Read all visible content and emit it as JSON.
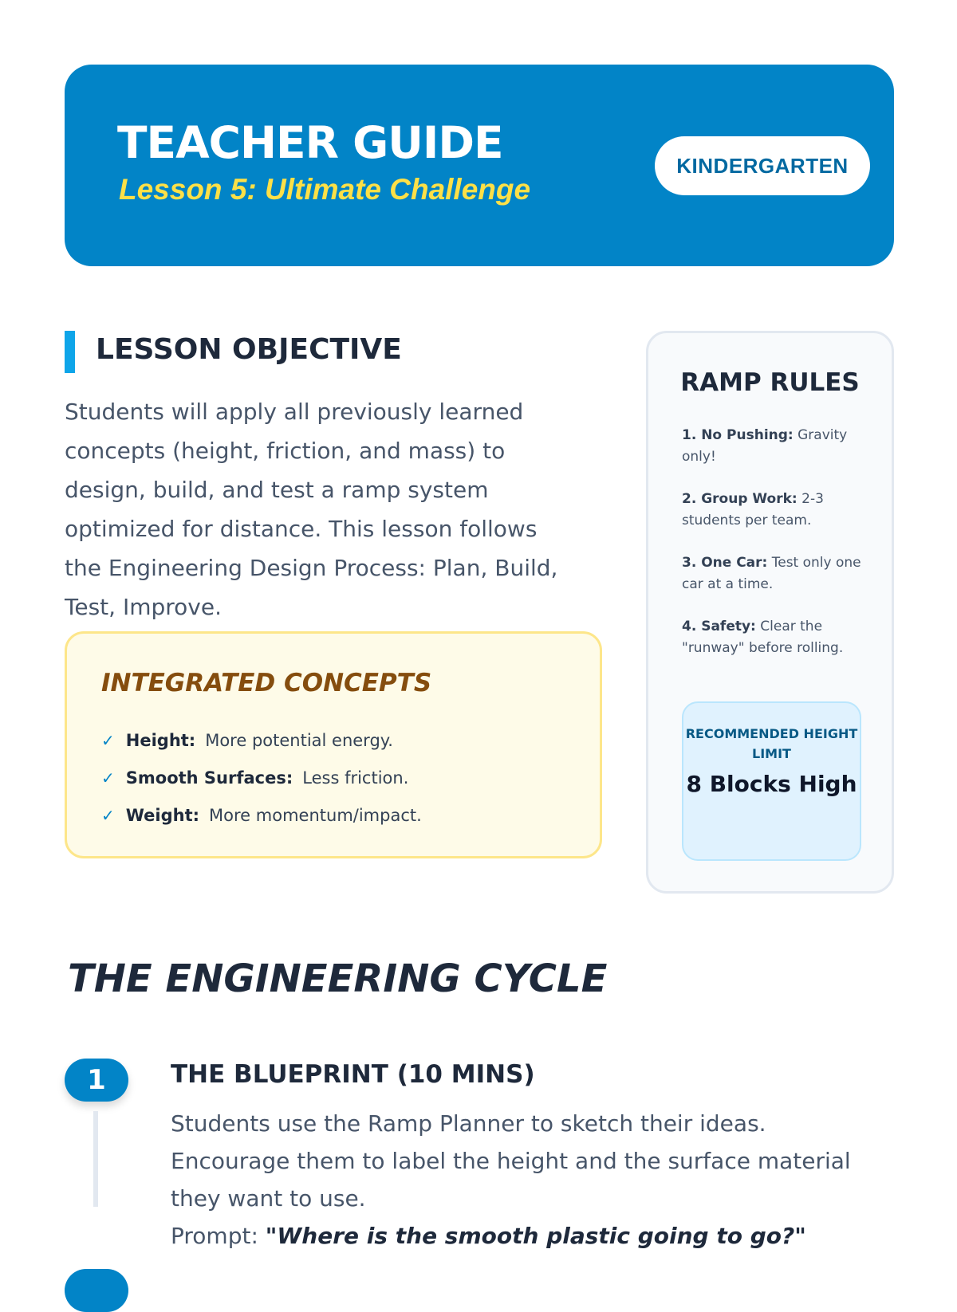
{
  "header": {
    "title": "TEACHER GUIDE",
    "subtitle": "Lesson 5: Ultimate Challenge",
    "grade_badge": "KINDERGARTEN"
  },
  "objective": {
    "title": "LESSON OBJECTIVE",
    "text": "Students will apply all previously learned concepts (height, friction, and mass) to design, build, and test a ramp system optimized for distance. This lesson follows the Engineering Design Process: Plan, Build, Test, Improve."
  },
  "concepts": {
    "title": "INTEGRATED CONCEPTS",
    "items": [
      {
        "label": "Height:",
        "text": "More potential energy."
      },
      {
        "label": "Smooth Surfaces:",
        "text": "Less friction."
      },
      {
        "label": "Weight:",
        "text": "More momentum/impact."
      }
    ]
  },
  "rules": {
    "title": "RAMP RULES",
    "items": [
      {
        "label": "1. No Pushing:",
        "text": "Gravity only!"
      },
      {
        "label": "2. Group Work:",
        "text": "2-3 students per team."
      },
      {
        "label": "3. One Car:",
        "text": "Test only one car at a time."
      },
      {
        "label": "4. Safety:",
        "text": "Clear the \"runway\" before rolling."
      }
    ],
    "limit_label": "RECOMMENDED HEIGHT LIMIT",
    "limit_value": "8 Blocks High"
  },
  "cycle": {
    "title": "THE ENGINEERING CYCLE",
    "steps": [
      {
        "number": "1",
        "title": "THE BLUEPRINT (10 MINS)",
        "text": "Students use the Ramp Planner to sketch their ideas. Encourage them to label the height and the surface material they want to use.",
        "prompt_label": "Prompt:",
        "prompt": "\"Where is the smooth plastic going to go?\""
      }
    ]
  }
}
